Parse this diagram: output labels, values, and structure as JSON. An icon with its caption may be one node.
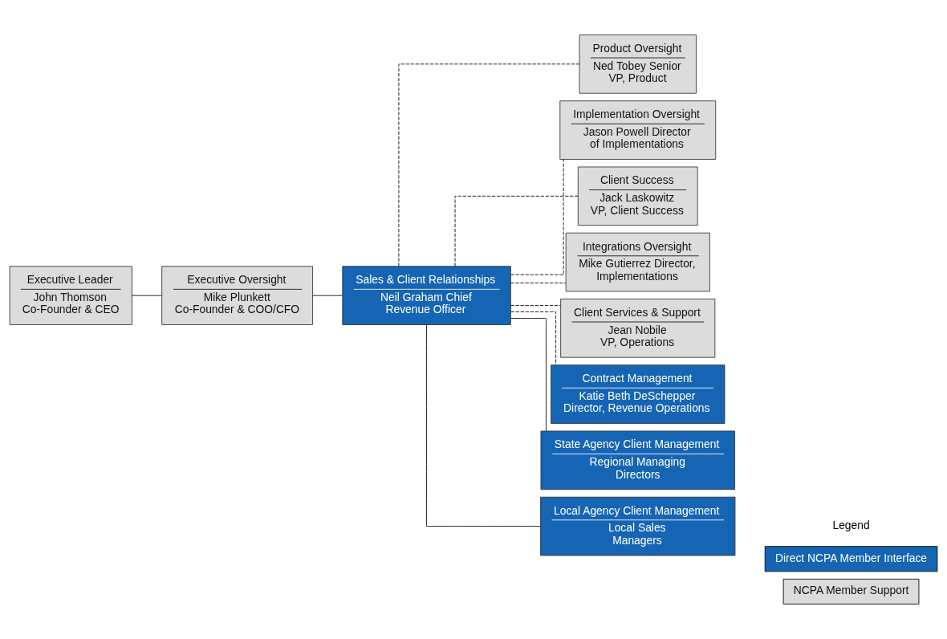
{
  "diagram": {
    "nodes": [
      {
        "text": [
          "Executive Leader",
          "John Thomson Co-Founder & CEO"
        ]
      },
      {
        "text": [
          "Executive Oversight",
          "Mike Plunkett Co-Founder & COO/CFO"
        ]
      },
      {
        "text": [
          "Sales & Client Relationships",
          "Neil Graham Chief Revenue Officer"
        ]
      },
      {
        "text": [
          "Product Oversight",
          "Ned Tobey Senior VP, Product"
        ]
      },
      {
        "text": [
          "Implementation Oversight",
          "Jason Powell Director of Implementations"
        ]
      },
      {
        "text": [
          "Client Success",
          "Jack Laskowitz VP, Client Success"
        ]
      },
      {
        "text": [
          "Integrations Oversight",
          "Mike Gutierrez Director, Implementations"
        ]
      },
      {
        "text": [
          "Client Services & Support",
          "Jean Nobile VP, Operations"
        ]
      },
      {
        "text": [
          "Contract Management",
          "Katie Beth DeSchepper Director, Revenue Operations"
        ]
      },
      {
        "text": [
          "State Agency Client Management",
          "Regional Managing Directors"
        ]
      },
      {
        "text": [
          "Local Agency Client Management",
          "Local Sales Managers"
        ]
      }
    ],
    "edges": [
      {
        "from": 0,
        "to": 1,
        "arrow": "none"
      },
      {
        "from": 1,
        "to": 2,
        "arrow": "none"
      },
      {
        "from": 2,
        "to": 3,
        "arrow": "none",
        "style": "dashed"
      },
      {
        "from": 2,
        "to": 4,
        "arrow": "none",
        "style": "dashed"
      },
      {
        "from": 2,
        "to": 5,
        "arrow": "none",
        "style": "dashed"
      },
      {
        "from": 2,
        "to": 6,
        "arrow": "none",
        "style": "dashed"
      },
      {
        "from": 2,
        "to": 7,
        "arrow": "none",
        "style": "dashed"
      },
      {
        "from": 2,
        "to": 8,
        "arrow": "none",
        "style": "dashed"
      },
      {
        "from": 2,
        "to": 9,
        "arrow": "none"
      },
      {
        "from": 2,
        "to": 10,
        "arrow": "none"
      }
    ],
    "labels": [
      "Legend"
    ],
    "legend": [
      {
        "text": "Direct NCPA Member Interface",
        "color": "#1565b4"
      },
      {
        "text": "NCPA Member Support",
        "color": "#dcdcdc"
      }
    ]
  }
}
